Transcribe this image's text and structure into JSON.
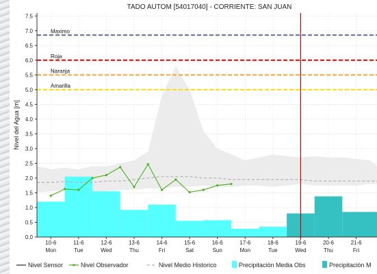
{
  "chart_data": {
    "type": "bar+line",
    "title": "TADO AUTOM   [54017040] - CORRIENTE: SAN JUAN",
    "xlabel": "",
    "ylabel": "Nivel del Agua [m]",
    "ylim": [
      0,
      7.6
    ],
    "yticks": [
      "0.0",
      "0.5",
      "1.0",
      "1.5",
      "2.0",
      "2.5",
      "3.0",
      "3.5",
      "4.0",
      "4.5",
      "5.0",
      "5.5",
      "6.0",
      "6.5",
      "7.0",
      "7.5"
    ],
    "xlim": [
      0,
      12.25
    ],
    "x_ticks": [
      {
        "date": "10-6",
        "day": "Mon",
        "pos": 0.5
      },
      {
        "date": "11-6",
        "day": "Tue",
        "pos": 1.5
      },
      {
        "date": "12-6",
        "day": "Wed",
        "pos": 2.5
      },
      {
        "date": "13-6",
        "day": "Thu",
        "pos": 3.5
      },
      {
        "date": "14-6",
        "day": "Fri",
        "pos": 4.5
      },
      {
        "date": "15-6",
        "day": "Sat",
        "pos": 5.5
      },
      {
        "date": "16-6",
        "day": "Sun",
        "pos": 6.5
      },
      {
        "date": "17-6",
        "day": "Mon",
        "pos": 7.5
      },
      {
        "date": "18-6",
        "day": "Tue",
        "pos": 8.5
      },
      {
        "date": "19-6",
        "day": "Wed",
        "pos": 9.5
      },
      {
        "date": "20-6",
        "day": "Thu",
        "pos": 10.5
      },
      {
        "date": "21-6",
        "day": "Fri",
        "pos": 11.5
      }
    ],
    "now_x": 9.5,
    "thresholds": [
      {
        "name": "Maximo",
        "value": 6.85,
        "color": "#5b6a9c"
      },
      {
        "name": "Roja",
        "value": 6.0,
        "color": "#ff0000"
      },
      {
        "name": "Naranja",
        "value": 5.5,
        "color": "#f2a33a"
      },
      {
        "name": "Amarilla",
        "value": 5.0,
        "color": "#ffdd00"
      }
    ],
    "historical_band": {
      "x": [
        0,
        0.5,
        1,
        1.5,
        2,
        2.5,
        3,
        3.5,
        4,
        4.5,
        5,
        5.5,
        6,
        6.5,
        7,
        7.5,
        8,
        8.5,
        9,
        9.5,
        10,
        10.5,
        11,
        11.5,
        12,
        12.25
      ],
      "low": [
        1.5,
        1.55,
        1.6,
        1.55,
        1.5,
        1.55,
        1.6,
        1.6,
        1.65,
        1.65,
        1.7,
        1.7,
        1.75,
        1.7,
        1.7,
        1.75,
        1.75,
        1.7,
        1.75,
        1.8,
        1.75,
        1.75,
        1.75,
        1.75,
        1.8,
        1.8
      ],
      "high": [
        2.4,
        2.3,
        2.35,
        2.3,
        2.4,
        2.4,
        2.5,
        2.6,
        2.9,
        4.8,
        5.8,
        5.0,
        3.6,
        3.0,
        2.8,
        2.6,
        2.7,
        2.8,
        2.75,
        2.7,
        2.75,
        2.7,
        2.7,
        2.65,
        2.6,
        2.4
      ]
    },
    "series": [
      {
        "name": "Nivel Sensor",
        "type": "line",
        "color": "#222222",
        "x": [],
        "y": []
      },
      {
        "name": "Nivel Observador",
        "type": "line",
        "color": "#4caf1e",
        "x": [
          0.5,
          1.0,
          1.5,
          2.0,
          2.5,
          3.0,
          3.5,
          4.0,
          4.5,
          5.0,
          5.5,
          6.0,
          6.5,
          7.0
        ],
        "y": [
          1.4,
          1.63,
          1.6,
          2.0,
          2.1,
          2.37,
          1.7,
          2.47,
          1.6,
          1.95,
          1.52,
          1.6,
          1.75,
          1.8
        ]
      },
      {
        "name": "Nivel Medio Historico",
        "type": "line",
        "color": "#b0b0b0",
        "x": [
          0,
          0.5,
          1,
          1.5,
          2,
          2.5,
          3,
          3.5,
          4,
          4.5,
          5,
          5.5,
          6,
          6.5,
          7,
          7.5,
          8,
          8.5,
          9,
          9.5,
          10,
          10.5,
          11,
          11.5,
          12,
          12.25
        ],
        "y": [
          1.85,
          1.85,
          1.88,
          1.85,
          1.85,
          1.9,
          1.9,
          1.95,
          2.0,
          2.05,
          2.05,
          2.05,
          2.0,
          2.0,
          1.95,
          1.95,
          1.95,
          1.95,
          1.95,
          1.95,
          1.9,
          1.9,
          1.9,
          1.9,
          1.9,
          1.9
        ]
      },
      {
        "name": "Precipitación Media Obs",
        "type": "bar",
        "color": "#55ffff",
        "bars": [
          {
            "x0": 0.0,
            "x1": 1.0,
            "value": 1.2
          },
          {
            "x0": 1.0,
            "x1": 2.0,
            "value": 2.05
          },
          {
            "x0": 2.0,
            "x1": 3.0,
            "value": 1.55
          },
          {
            "x0": 3.0,
            "x1": 4.0,
            "value": 0.92
          },
          {
            "x0": 4.0,
            "x1": 5.0,
            "value": 1.1
          },
          {
            "x0": 5.0,
            "x1": 6.0,
            "value": 0.55
          },
          {
            "x0": 6.0,
            "x1": 7.0,
            "value": 0.57
          },
          {
            "x0": 7.0,
            "x1": 8.0,
            "value": 0.28
          },
          {
            "x0": 8.0,
            "x1": 9.0,
            "value": 0.35
          }
        ]
      },
      {
        "name": "Precipitación M",
        "type": "bar",
        "color": "#35c1c1",
        "bars": [
          {
            "x0": 9.0,
            "x1": 10.0,
            "value": 0.8
          },
          {
            "x0": 10.0,
            "x1": 11.0,
            "value": 1.38
          },
          {
            "x0": 11.0,
            "x1": 12.25,
            "value": 0.85
          }
        ]
      }
    ],
    "legend": [
      "Nivel Sensor",
      "Nivel Observador",
      "Nivel Medio Historico",
      "Precipitación Media Obs",
      "Precipitación M"
    ],
    "legend_placement": "bottom",
    "grid": true
  }
}
